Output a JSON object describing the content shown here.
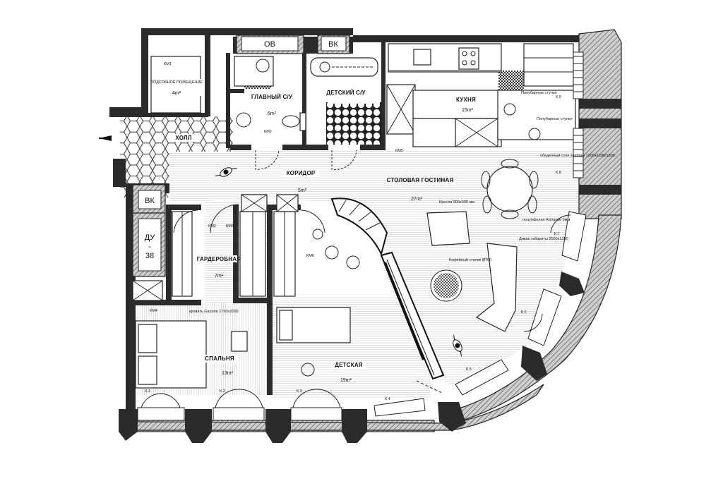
{
  "rooms": {
    "hall": {
      "title": "ХОЛЛ"
    },
    "utility": {
      "title": "ПОДСОБНОЕ ПОМЕЩЕНИЕ",
      "area": "4m²"
    },
    "main_bath": {
      "title": "ГЛАВНЫЙ С/У",
      "area": "6m²"
    },
    "kids_bath": {
      "title": "ДЕТСКИЙ С/У"
    },
    "kitchen": {
      "title": "КУХНЯ",
      "area": "15m²"
    },
    "corridor": {
      "title": "КОРИДОР",
      "area": "5m²"
    },
    "living": {
      "title": "СТОЛОВАЯ ГОСТИНАЯ",
      "area": "27m²"
    },
    "wardrobe": {
      "title": "ГАРДЕРОБНАЯ",
      "area": "7m²"
    },
    "bedroom": {
      "title": "СПАЛЬНЯ",
      "area": "13m²"
    },
    "kids_room": {
      "title": "ДЕТСКАЯ",
      "area": "19m²"
    }
  },
  "shafts": {
    "ov": "ОВ",
    "vk_top": "ВК",
    "vk_left": "ВК",
    "du": "ДУ",
    "du_sep": "-",
    "du_num": "38"
  },
  "tags": {
    "km1": "КМ1",
    "km2": "КМ2",
    "km2b": "КМ2",
    "km3": "КМ3",
    "km4": "КМ4",
    "km5": "КМ5",
    "km6": "КМ6",
    "k1": "К.1",
    "k2": "К.2",
    "k3": "К.3",
    "k4": "К.4",
    "k5": "К.5",
    "k6": "К.6",
    "k7": "К.7",
    "k8": "К.8",
    "k9": "К.9"
  },
  "notes": {
    "stools1": "Полубарные стулья",
    "stools2": "Полубарные стулья",
    "dining_table": "обеденный стол sambley 1200х1200/1800",
    "chair": "Кресла 900х900 мм",
    "pouf": "полуофелия Adriande 6мм",
    "sofa": "Диван габариты 2500х1350",
    "coffee_table": "Кофейный столик Ø700",
    "bed": "кровать Gapuno 1760х2000"
  }
}
